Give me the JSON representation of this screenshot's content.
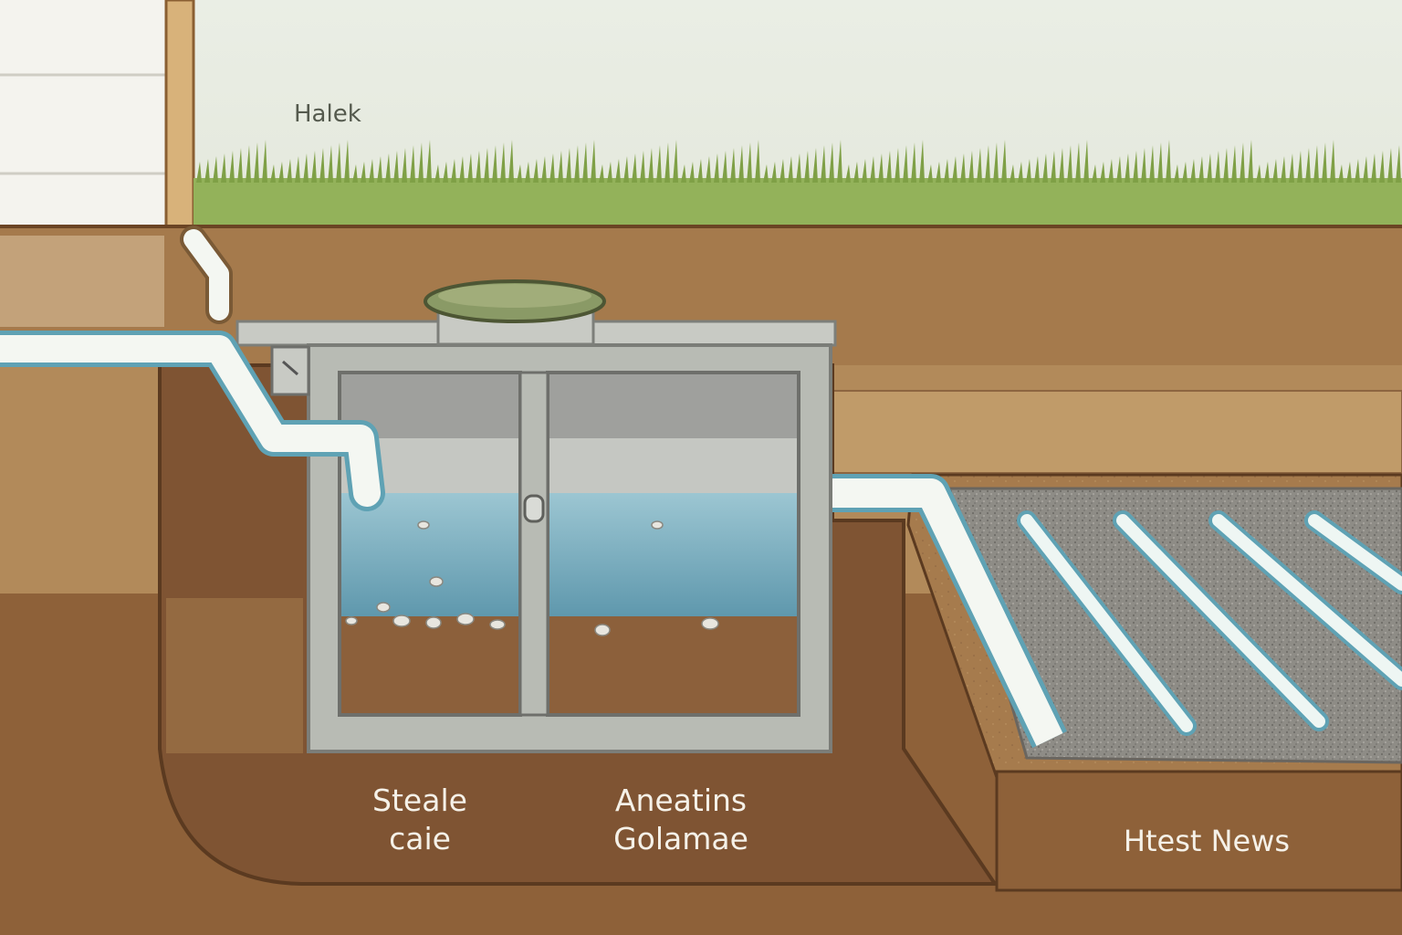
{
  "labels": {
    "sky_label": "Halek",
    "tank_label_line1": "Steale",
    "tank_label_line2": "caie",
    "middle_label_line1": "Aneatins",
    "middle_label_line2": "Golamae",
    "field_label": "Htest News"
  },
  "colors": {
    "sky": "#e9ede3",
    "grass": "#8fae55",
    "soil_top": "#a0784d",
    "soil_mid": "#b08a5a",
    "soil_deep": "#8a5f3a",
    "tank_frame": "#b9bcb6",
    "water": "#7fb3c4",
    "pipe": "#f4f7f2",
    "gravel": "#8e8c86"
  }
}
